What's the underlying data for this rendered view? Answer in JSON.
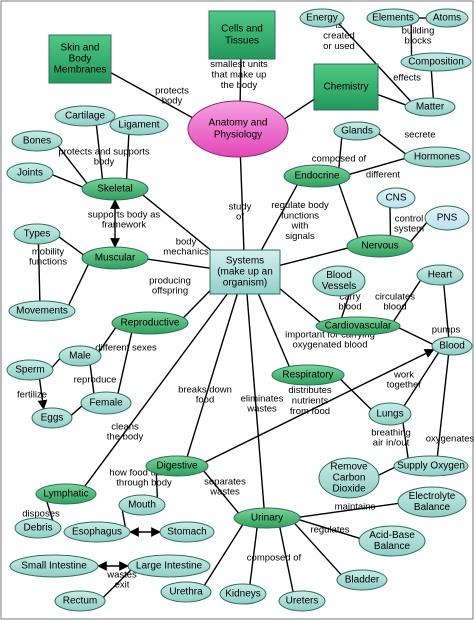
{
  "colors": {
    "oval_fill": "#9fd7cf",
    "oval_light_fill": "#c9e8f2",
    "green_oval_fill": "#3fb46f",
    "box_fill": "#2fb06e",
    "center_fill": "#ee5fc6",
    "system_box_fill": "#a9dcd8",
    "line": "#000000"
  },
  "nodes": [
    {
      "id": "anatomy",
      "label": "Anatomy and Physiology",
      "style": "center"
    },
    {
      "id": "cells",
      "label": "Cells and Tissues",
      "style": "box"
    },
    {
      "id": "skin",
      "label": "Skin and Body Membranes",
      "style": "box"
    },
    {
      "id": "chemistry",
      "label": "Chemistry",
      "style": "box"
    },
    {
      "id": "systems",
      "label": "Systems (make up an organism)",
      "style": "system"
    },
    {
      "id": "energy",
      "label": "Energy",
      "style": "oval"
    },
    {
      "id": "elements",
      "label": "Elements",
      "style": "oval"
    },
    {
      "id": "atoms",
      "label": "Atoms",
      "style": "oval"
    },
    {
      "id": "composition",
      "label": "Composition",
      "style": "oval"
    },
    {
      "id": "matter",
      "label": "Matter",
      "style": "oval"
    },
    {
      "id": "cartilage",
      "label": "Cartilage",
      "style": "oval"
    },
    {
      "id": "ligament",
      "label": "Ligament",
      "style": "oval"
    },
    {
      "id": "bones",
      "label": "Bones",
      "style": "oval"
    },
    {
      "id": "joints",
      "label": "Joints",
      "style": "oval"
    },
    {
      "id": "skeletal",
      "label": "Skeletal",
      "style": "green"
    },
    {
      "id": "glands",
      "label": "Glands",
      "style": "oval"
    },
    {
      "id": "hormones",
      "label": "Hormones",
      "style": "oval"
    },
    {
      "id": "endocrine",
      "label": "Endocrine",
      "style": "green"
    },
    {
      "id": "cns",
      "label": "CNS",
      "style": "light"
    },
    {
      "id": "pns",
      "label": "PNS",
      "style": "light"
    },
    {
      "id": "nervous",
      "label": "Nervous",
      "style": "green"
    },
    {
      "id": "types",
      "label": "Types",
      "style": "oval"
    },
    {
      "id": "muscular",
      "label": "Muscular",
      "style": "green"
    },
    {
      "id": "movements",
      "label": "Movements",
      "style": "oval"
    },
    {
      "id": "reproductive",
      "label": "Reproductive",
      "style": "green"
    },
    {
      "id": "male",
      "label": "Male",
      "style": "oval"
    },
    {
      "id": "sperm",
      "label": "Sperm",
      "style": "oval"
    },
    {
      "id": "female",
      "label": "Female",
      "style": "oval"
    },
    {
      "id": "eggs",
      "label": "Eggs",
      "style": "oval"
    },
    {
      "id": "blood_vessels",
      "label": "Blood Vessels",
      "style": "oval"
    },
    {
      "id": "heart",
      "label": "Heart",
      "style": "oval"
    },
    {
      "id": "cardiovascular",
      "label": "Cardiovascular",
      "style": "green"
    },
    {
      "id": "blood",
      "label": "Blood",
      "style": "oval"
    },
    {
      "id": "respiratory",
      "label": "Respiratory",
      "style": "green"
    },
    {
      "id": "lungs",
      "label": "Lungs",
      "style": "oval"
    },
    {
      "id": "supply_oxygen",
      "label": "Supply Oxygen",
      "style": "oval"
    },
    {
      "id": "remove_co2",
      "label": "Remove Carbon Dioxide",
      "style": "oval"
    },
    {
      "id": "electrolyte",
      "label": "Electrolyte Balance",
      "style": "oval"
    },
    {
      "id": "acid_base",
      "label": "Acid-Base Balance",
      "style": "oval"
    },
    {
      "id": "digestive",
      "label": "Digestive",
      "style": "green"
    },
    {
      "id": "mouth",
      "label": "Mouth",
      "style": "oval"
    },
    {
      "id": "esophagus",
      "label": "Esophagus",
      "style": "oval"
    },
    {
      "id": "stomach",
      "label": "Stomach",
      "style": "oval"
    },
    {
      "id": "lymphatic",
      "label": "Lymphatic",
      "style": "green"
    },
    {
      "id": "debris",
      "label": "Debris",
      "style": "oval"
    },
    {
      "id": "small_intestine",
      "label": "Small Intestine",
      "style": "oval"
    },
    {
      "id": "large_intestine",
      "label": "Large Intestine",
      "style": "oval"
    },
    {
      "id": "rectum",
      "label": "Rectum",
      "style": "oval"
    },
    {
      "id": "urinary",
      "label": "Urinary",
      "style": "green"
    },
    {
      "id": "urethra",
      "label": "Urethra",
      "style": "oval"
    },
    {
      "id": "kidneys",
      "label": "Kidneys",
      "style": "oval"
    },
    {
      "id": "ureters",
      "label": "Ureters",
      "style": "oval"
    },
    {
      "id": "bladder",
      "label": "Bladder",
      "style": "oval"
    }
  ],
  "link_labels": [
    "smallest units that make up the body",
    "protects body",
    "is created or used",
    "building blocks",
    "effects",
    "protects and supports body",
    "secrete",
    "composed of",
    "different",
    "supports body as framework",
    "study of",
    "regulate body functions with signals",
    "control system",
    "mobility functions",
    "body mechanics",
    "producing offspring",
    "different sexes",
    "reproduce",
    "fertilize",
    "carry blood",
    "circulates blood",
    "important for carrying oxygenated blood",
    "pumps",
    "work together",
    "distributes nutrients from food",
    "breaks down food",
    "eliminates wastes",
    "breathing air in/out",
    "oxygenates",
    "cleans the body",
    "how food travels through body",
    "separates wastes",
    "maintains",
    "regulates",
    "disposes",
    "wastes exit",
    "composed of"
  ]
}
